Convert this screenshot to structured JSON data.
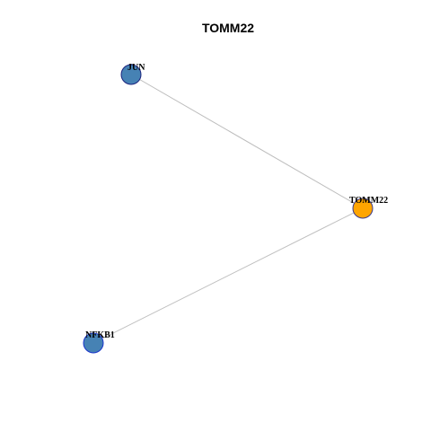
{
  "title": "TOMM22",
  "nodes": [
    {
      "id": "JUN",
      "label": "JUN",
      "fill": "#4682b4",
      "stroke": "#1a237e"
    },
    {
      "id": "TOMM22",
      "label": "TOMM22",
      "fill": "#ffa500",
      "stroke": "#3a3a8c"
    },
    {
      "id": "NFKB1",
      "label": "NFKB1",
      "fill": "#4682b4",
      "stroke": "#1a35cc"
    }
  ],
  "edges": [
    {
      "source": "JUN",
      "target": "TOMM22"
    },
    {
      "source": "NFKB1",
      "target": "TOMM22"
    }
  ]
}
